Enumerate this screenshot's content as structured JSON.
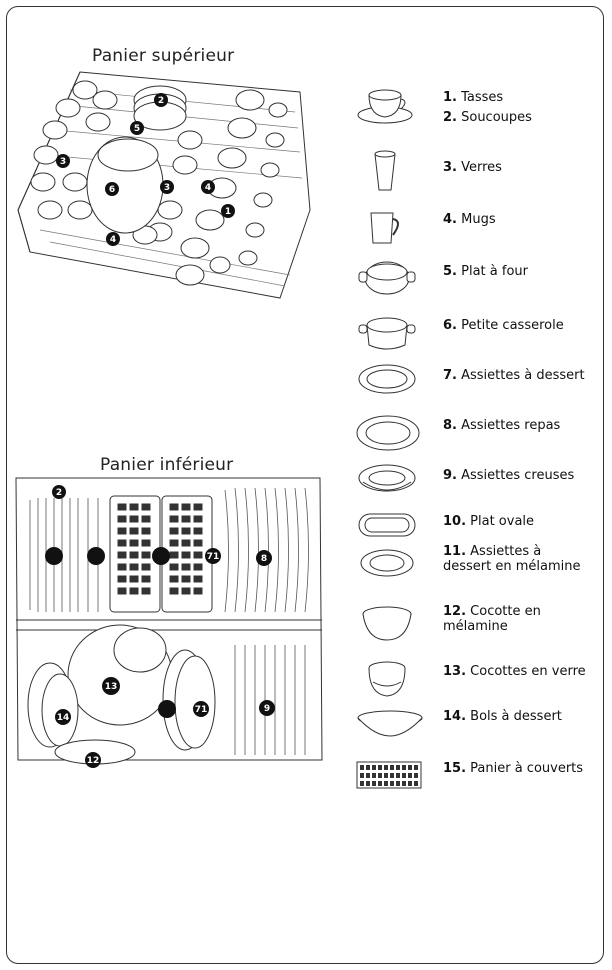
{
  "headings": {
    "upper": "Panier supérieur",
    "lower": "Panier inférieur"
  },
  "legend": [
    {
      "num": "1.",
      "label": "Tasses",
      "icon": "cup-icon"
    },
    {
      "num": "2.",
      "label": "Soucoupes",
      "icon": "saucer-icon"
    },
    {
      "num": "3.",
      "label": "Verres",
      "icon": "glass-icon"
    },
    {
      "num": "4.",
      "label": "Mugs",
      "icon": "mug-icon"
    },
    {
      "num": "5.",
      "label": "Plat à four",
      "icon": "oven-dish-icon"
    },
    {
      "num": "6.",
      "label": "Petite casserole",
      "icon": "small-pan-icon"
    },
    {
      "num": "7.",
      "label": "Assiettes à dessert",
      "icon": "dessert-plate-icon"
    },
    {
      "num": "8.",
      "label": "Assiettes repas",
      "icon": "dinner-plate-icon"
    },
    {
      "num": "9.",
      "label": "Assiettes creuses",
      "icon": "soup-plate-icon"
    },
    {
      "num": "10.",
      "label": "Plat ovale",
      "icon": "oval-dish-icon"
    },
    {
      "num": "11.",
      "label": "Assiettes à dessert en mélamine",
      "icon": "melamine-plate-icon"
    },
    {
      "num": "12.",
      "label": "Cocotte en mélamine",
      "icon": "melamine-bowl-icon"
    },
    {
      "num": "13.",
      "label": "Cocottes en verre",
      "icon": "glass-bowl-icon"
    },
    {
      "num": "14.",
      "label": "Bols à dessert",
      "icon": "dessert-bowl-icon"
    },
    {
      "num": "15.",
      "label": "Panier à couverts",
      "icon": "cutlery-basket-icon"
    }
  ],
  "upper_markers": [
    "2",
    "5",
    "3",
    "6",
    "3",
    "4",
    "4",
    "1"
  ],
  "lower_markers": [
    "2",
    "71",
    "8",
    "13",
    "14",
    "71",
    "9",
    "12"
  ]
}
